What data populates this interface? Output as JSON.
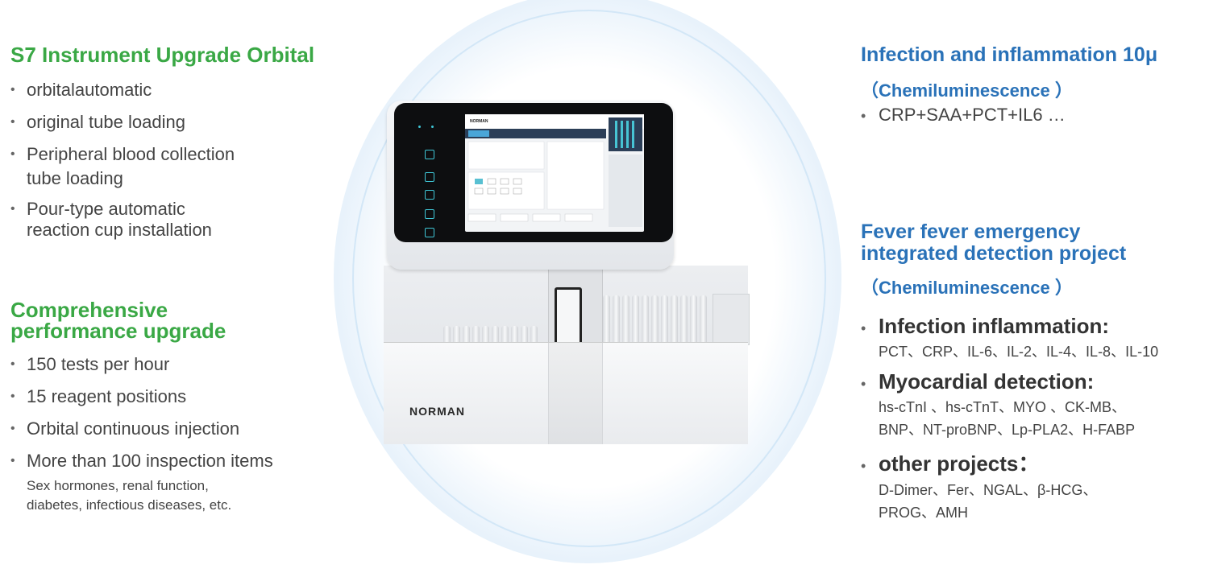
{
  "left": {
    "section1": {
      "title": "S7 Instrument Upgrade Orbital",
      "items": [
        {
          "line1": "orbitalautomatic"
        },
        {
          "line1": "original tube loading"
        },
        {
          "line1": "Peripheral blood collection",
          "line2": "tube loading"
        },
        {
          "line1": "Pour-type automatic",
          "line2": "reaction cup installation"
        }
      ]
    },
    "section2": {
      "title_line1": "Comprehensive",
      "title_line2": "performance upgrade",
      "items": [
        "150 tests per hour",
        "15 reagent positions",
        "Orbital continuous injection",
        "More than 100 inspection items"
      ],
      "note_line1": "Sex hormones, renal function,",
      "note_line2": "diabetes, infectious diseases, etc."
    }
  },
  "right": {
    "section1": {
      "title": "Infection and inflammation 10μ",
      "subtitle": "（Chemiluminescence ）",
      "items": [
        "CRP+SAA+PCT+IL6 …"
      ]
    },
    "section2": {
      "title_line1": "Fever fever emergency",
      "title_line2": "integrated detection project",
      "subtitle": "（Chemiluminescence ）",
      "groups": [
        {
          "head": "Infection inflammation:",
          "line1": "PCT、CRP、IL-6、IL-2、IL-4、IL-8、IL-10"
        },
        {
          "head": "Myocardial detection:",
          "line1": "hs-cTnI 、hs-cTnT、MYO 、CK-MB、",
          "line2": "BNP、NT-proBNP、Lp-PLA2、H-FABP"
        },
        {
          "head": "other projects：",
          "line1": "D-Dimer、Fer、NGAL、β-HCG、",
          "line2": "PROG、AMH"
        }
      ]
    }
  },
  "instrument": {
    "brand": "NORMAN",
    "screen_brand": "NORMAN"
  },
  "bullet_glyph": "•",
  "colors": {
    "green": "#3aa845",
    "blue": "#2a72b8",
    "accent": "#3fc6d6"
  }
}
